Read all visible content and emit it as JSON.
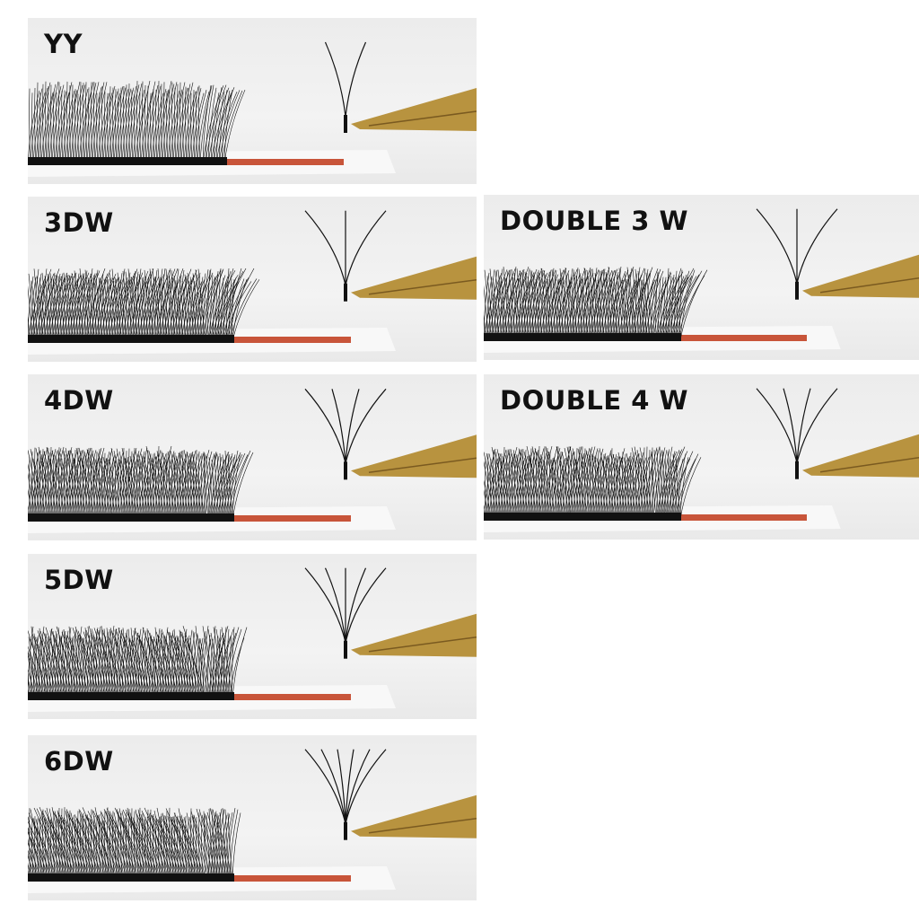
{
  "panels": [
    {
      "id": "p-yy",
      "label": "YY",
      "fan_count": 2
    },
    {
      "id": "p-3dw",
      "label": "3DW",
      "fan_count": 3
    },
    {
      "id": "p-d3w",
      "label": "DOUBLE 3 W",
      "fan_count": 3
    },
    {
      "id": "p-4dw",
      "label": "4DW",
      "fan_count": 4
    },
    {
      "id": "p-d4w",
      "label": "DOUBLE 4 W",
      "fan_count": 4
    },
    {
      "id": "p-5dw",
      "label": "5DW",
      "fan_count": 5
    },
    {
      "id": "p-6dw",
      "label": "6DW",
      "fan_count": 6
    }
  ],
  "colors": {
    "lash": "#111111",
    "strip": "#c8553a",
    "tweezer": "#b8933f",
    "card": "#f8f8f8"
  }
}
